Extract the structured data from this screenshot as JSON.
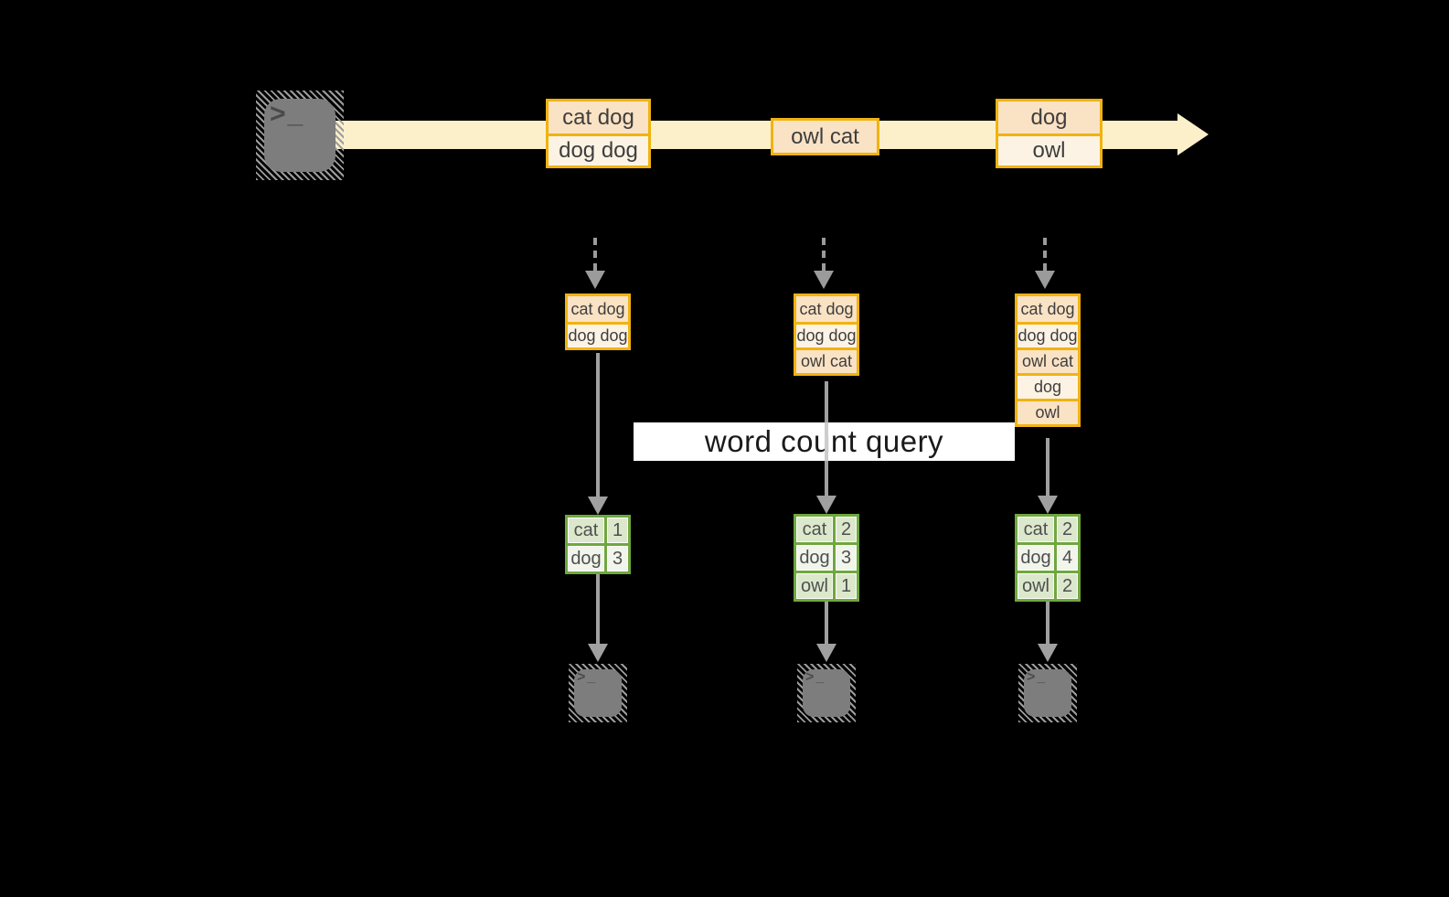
{
  "query_label": "word count query",
  "terminal_prompt": ">_",
  "colors": {
    "accent_gold": "#F0B310",
    "fill_peach": "#FAE2C4",
    "fill_cream": "#FDF3E5",
    "stream_band": "#FCF0CB",
    "green_border": "#6FA73F",
    "green_cell": "#DCE8CC",
    "green_cell_light": "#F1F5EB",
    "arrow_gray": "#A0A0A0",
    "dash_gray": "#9B9B9B",
    "terminal_gray": "#7D7D7D",
    "query_box_bg": "#FFFFFF",
    "query_text": "#1A1A1A",
    "label_text": "#3E3E3E"
  },
  "stream": {
    "events": [
      {
        "rows": [
          "cat dog",
          "dog dog"
        ]
      },
      {
        "rows": [
          "owl cat"
        ]
      },
      {
        "rows": [
          "dog",
          "owl"
        ]
      }
    ]
  },
  "columns": [
    {
      "window": [
        "cat dog",
        "dog dog"
      ],
      "counts": [
        {
          "word": "cat",
          "value": "1"
        },
        {
          "word": "dog",
          "value": "3"
        }
      ]
    },
    {
      "window": [
        "cat dog",
        "dog dog",
        "owl cat"
      ],
      "counts": [
        {
          "word": "cat",
          "value": "2"
        },
        {
          "word": "dog",
          "value": "3"
        },
        {
          "word": "owl",
          "value": "1"
        }
      ]
    },
    {
      "window": [
        "cat dog",
        "dog dog",
        "owl cat",
        "dog",
        "owl"
      ],
      "counts": [
        {
          "word": "cat",
          "value": "2"
        },
        {
          "word": "dog",
          "value": "4"
        },
        {
          "word": "owl",
          "value": "2"
        }
      ]
    }
  ]
}
